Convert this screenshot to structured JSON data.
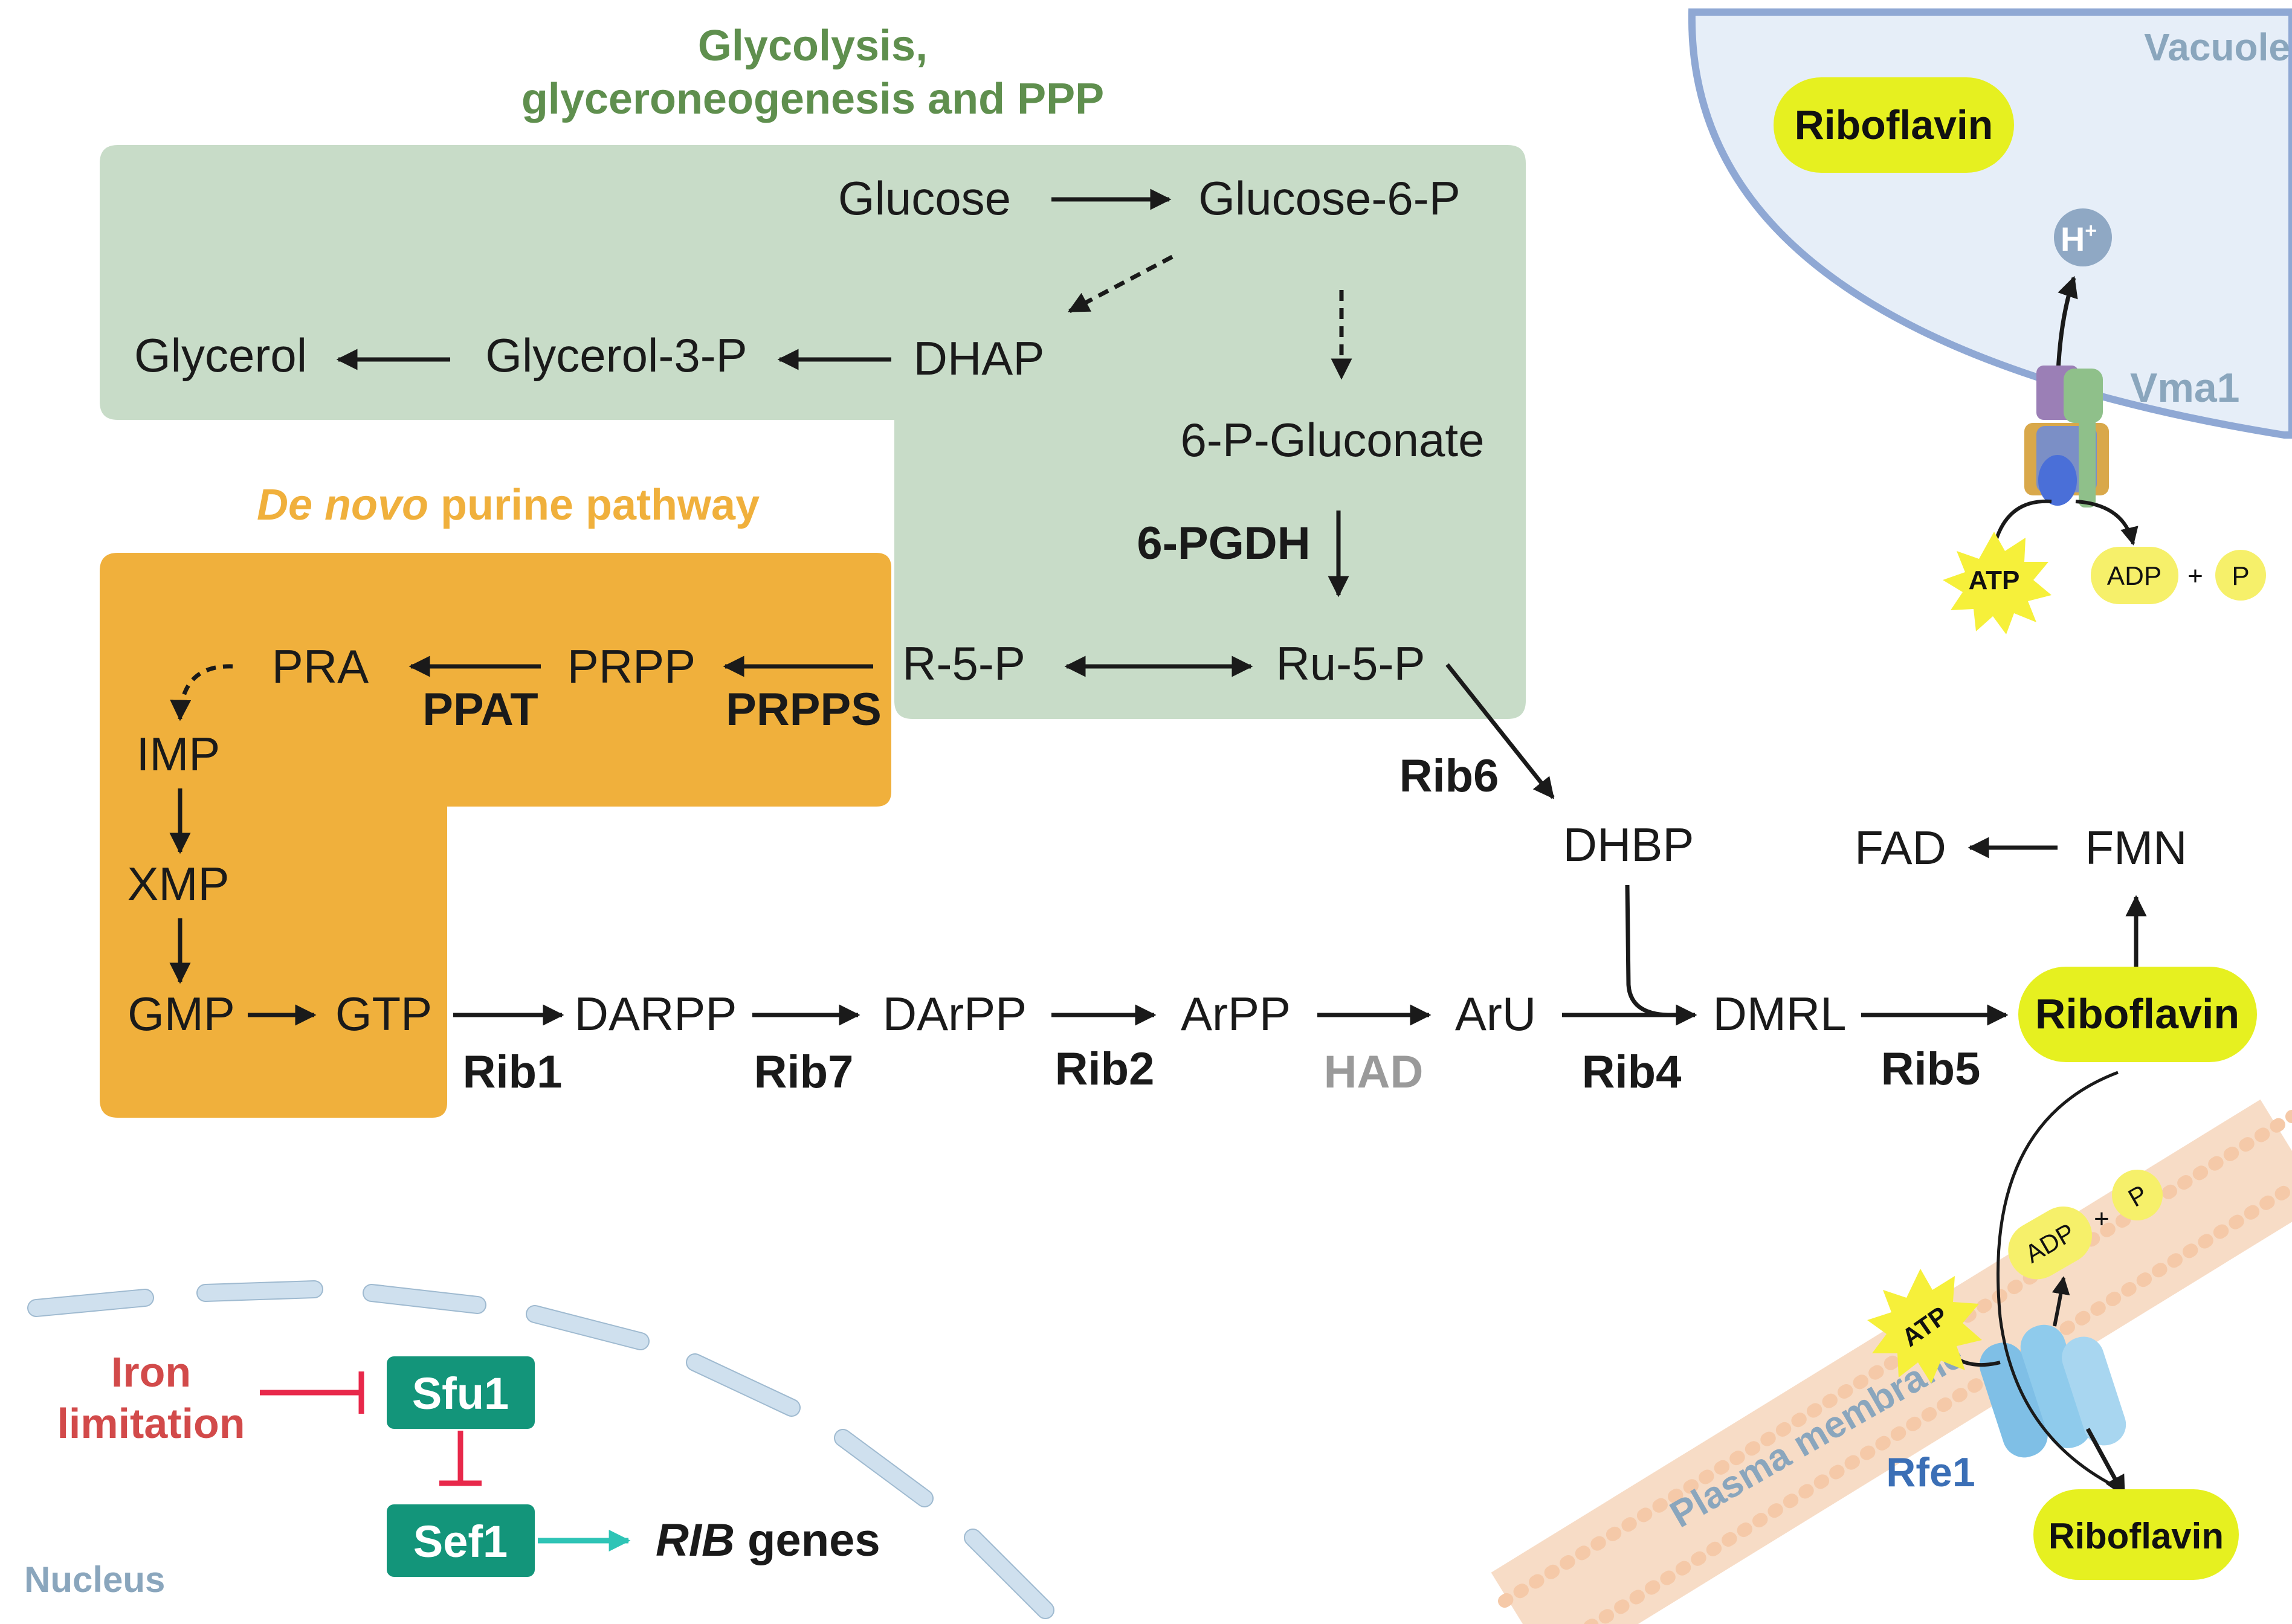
{
  "headers": {
    "glycolysis_line1": "Glycolysis,",
    "glycolysis_line2": "glyceroneogenesis and PPP",
    "purine_italic": "De novo",
    "purine_rest": " purine pathway"
  },
  "metabolites": {
    "glucose": "Glucose",
    "glucose6p": "Glucose-6-P",
    "glycerol": "Glycerol",
    "glycerol3p": "Glycerol-3-P",
    "dhap": "DHAP",
    "gluconate6p": "6-P-Gluconate",
    "r5p": "R-5-P",
    "ru5p": "Ru-5-P",
    "pra": "PRA",
    "prpp": "PRPP",
    "imp": "IMP",
    "xmp": "XMP",
    "gmp": "GMP",
    "gtp": "GTP",
    "darpp": "DARPP",
    "darpp2": "DArPP",
    "arpp": "ArPP",
    "aru": "ArU",
    "dmrl": "DMRL",
    "dhbp": "DHBP",
    "fad": "FAD",
    "fmn": "FMN",
    "riboflavin": "Riboflavin"
  },
  "enzymes": {
    "pgdh": "6-PGDH",
    "ppat": "PPAT",
    "prpps": "PRPPS",
    "rib1": "Rib1",
    "rib7": "Rib7",
    "rib2": "Rib2",
    "had": "HAD",
    "rib4": "Rib4",
    "rib5": "Rib5",
    "rib6": "Rib6"
  },
  "vacuole": {
    "label": "Vacuole",
    "riboflavin": "Riboflavin",
    "proton": "H",
    "proton_sup": "+",
    "pump": "Vma1",
    "atp": "ATP",
    "adp": "ADP",
    "plus": "+",
    "p": "P"
  },
  "membrane": {
    "label": "Plasma membrane",
    "transporter": "Rfe1",
    "riboflavin": "Riboflavin",
    "atp": "ATP",
    "adp": "ADP",
    "plus": "+",
    "p": "P"
  },
  "nucleus": {
    "label": "Nucleus",
    "iron_line1": "Iron",
    "iron_line2": "limitation",
    "sfu1": "Sfu1",
    "sef1": "Sef1",
    "rib_italic": "RIB",
    "rib_rest": " genes"
  },
  "colors": {
    "ppp_box": "#c8dcc8",
    "purine_box": "#f0b03c",
    "glycolysis_header": "#5f8f4e",
    "purine_header": "#f0b03c",
    "riboflavin_pill": "#e6f020",
    "vacuole_fill": "#e6eef8",
    "vacuole_edge": "#8fa8d4",
    "tf_box": "#13957a",
    "inhibition": "#e8284a",
    "activation": "#2ec4b6",
    "iron_text": "#d24a4a",
    "had_text": "#9a9a9a",
    "rfe1_text": "#3b6fb6",
    "label_gray": "#8aa6bd",
    "membrane": "#f5c9a8"
  }
}
